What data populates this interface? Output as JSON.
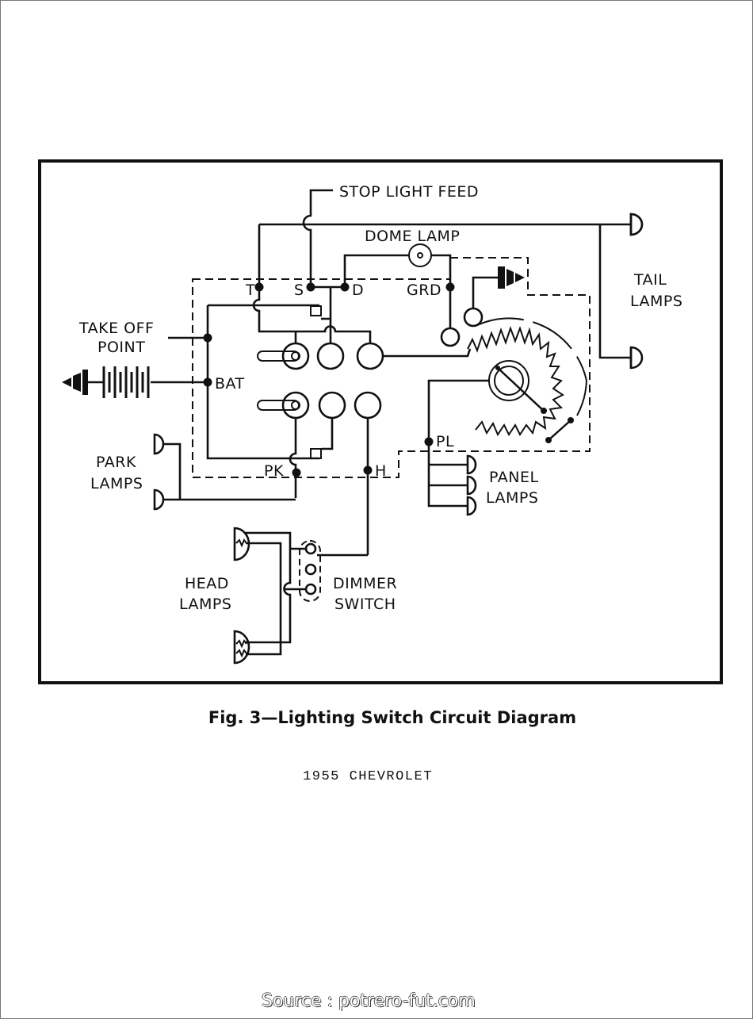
{
  "figure": {
    "caption": "Fig. 3—Lighting Switch Circuit Diagram",
    "subcaption": "1955 CHEVROLET",
    "source": "Source : potrero-fut.com"
  },
  "labels": {
    "stop_light_feed": "STOP LIGHT FEED",
    "dome_lamp": "DOME LAMP",
    "tail_lamps_1": "TAIL",
    "tail_lamps_2": "LAMPS",
    "take_off_1": "TAKE OFF",
    "take_off_2": "POINT",
    "bat": "BAT",
    "park_1": "PARK",
    "park_2": "LAMPS",
    "panel_1": "PANEL",
    "panel_2": "LAMPS",
    "head_1": "HEAD",
    "head_2": "LAMPS",
    "dimmer_1": "DIMMER",
    "dimmer_2": "SWITCH"
  },
  "terminals": {
    "t": "T",
    "s": "S",
    "d": "D",
    "grd": "GRD",
    "pk": "PK",
    "h": "H",
    "pl": "PL"
  },
  "icons": {
    "battery": "battery-icon",
    "ground": "ground-icon",
    "rheostat": "rheostat-icon"
  }
}
